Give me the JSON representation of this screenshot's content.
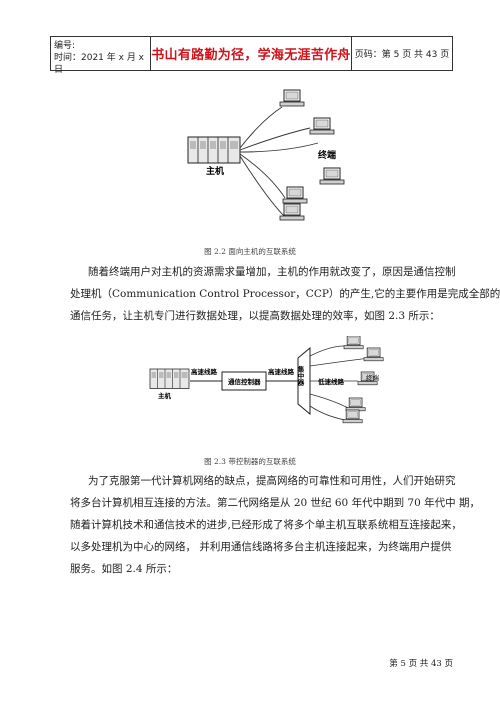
{
  "header": {
    "number_label": "编号:",
    "time_label": "时间：2021 年 x 月 x 日",
    "motto": "书山有路勤为径，学海无涯苦作舟",
    "page_info": "页码：第 5 页  共 43 页"
  },
  "figure1": {
    "host_label": "主机",
    "terminal_label": "终端",
    "caption": "图 2.2  面向主机的互联系统"
  },
  "paragraph1": {
    "line1": "随着终端用户对主机的资源需求量增加，主机的作用就改变了，原因是通信控制",
    "line2": "处理机（Communication Control Processor，CCP）的产生,它的主要作用是完成全部的",
    "line3": "通信任务，让主机专门进行数据处理，以提高数据处理的效率，如图 2.3 所示："
  },
  "figure2": {
    "host_label": "主机",
    "highspeed_line_1": "高速线路",
    "ccp_label": "通信控制器",
    "highspeed_line_2": "高速线路",
    "concentrator_label": "集中器",
    "lowspeed_line": "低速线路",
    "terminal_label": "终端",
    "caption": "图 2.3  带控制器的互联系统"
  },
  "paragraph2": {
    "line1": "为了克服第一代计算机网络的缺点，提高网络的可靠性和可用性，人们开始研究",
    "line2": "将多台计算机相互连接的方法。第二代网络是从 20 世纪 60 年代中期到 70 年代中  期，",
    "line3": "随着计算机技术和通信技术的进步,已经形成了将多个单主机互联系统相互连接起来，",
    "line4": "以多处理机为中心的网络，  并利用通信线路将多台主机连接起来，为终端用户提供",
    "line5": "服务。如图 2.4 所示："
  },
  "footer": {
    "page_text": "第 5 页  共 43 页"
  }
}
